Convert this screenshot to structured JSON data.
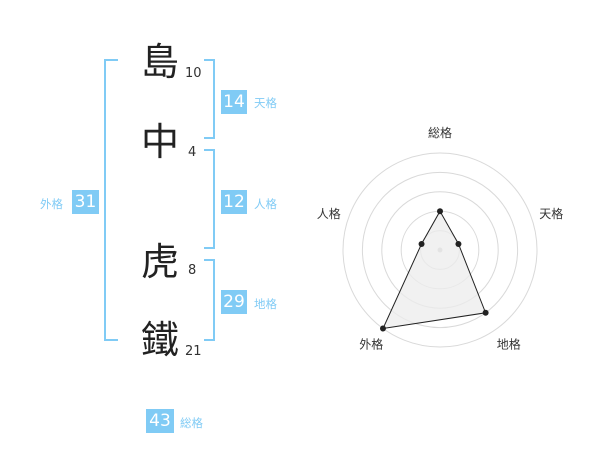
{
  "name": {
    "chars": [
      {
        "char": "島",
        "strokes": "10"
      },
      {
        "char": "中",
        "strokes": "4"
      },
      {
        "char": "虎",
        "strokes": "8"
      },
      {
        "char": "鐵",
        "strokes": "21"
      }
    ]
  },
  "fortunes": {
    "tenkaku": {
      "value": "14",
      "label": "天格"
    },
    "jinkaku": {
      "value": "12",
      "label": "人格"
    },
    "chikaku": {
      "value": "29",
      "label": "地格"
    },
    "gaikaku": {
      "value": "31",
      "label": "外格"
    },
    "soukaku": {
      "value": "43",
      "label": "総格"
    }
  },
  "colors": {
    "accent": "#80cbf5",
    "grid": "#d9d9d9",
    "fill": "#ececec",
    "line": "#222222"
  },
  "chart_data": {
    "type": "radar",
    "categories": [
      "総格",
      "天格",
      "地格",
      "外格",
      "人格"
    ],
    "values": [
      2,
      1,
      4,
      5,
      1
    ],
    "rmax": 5
  }
}
